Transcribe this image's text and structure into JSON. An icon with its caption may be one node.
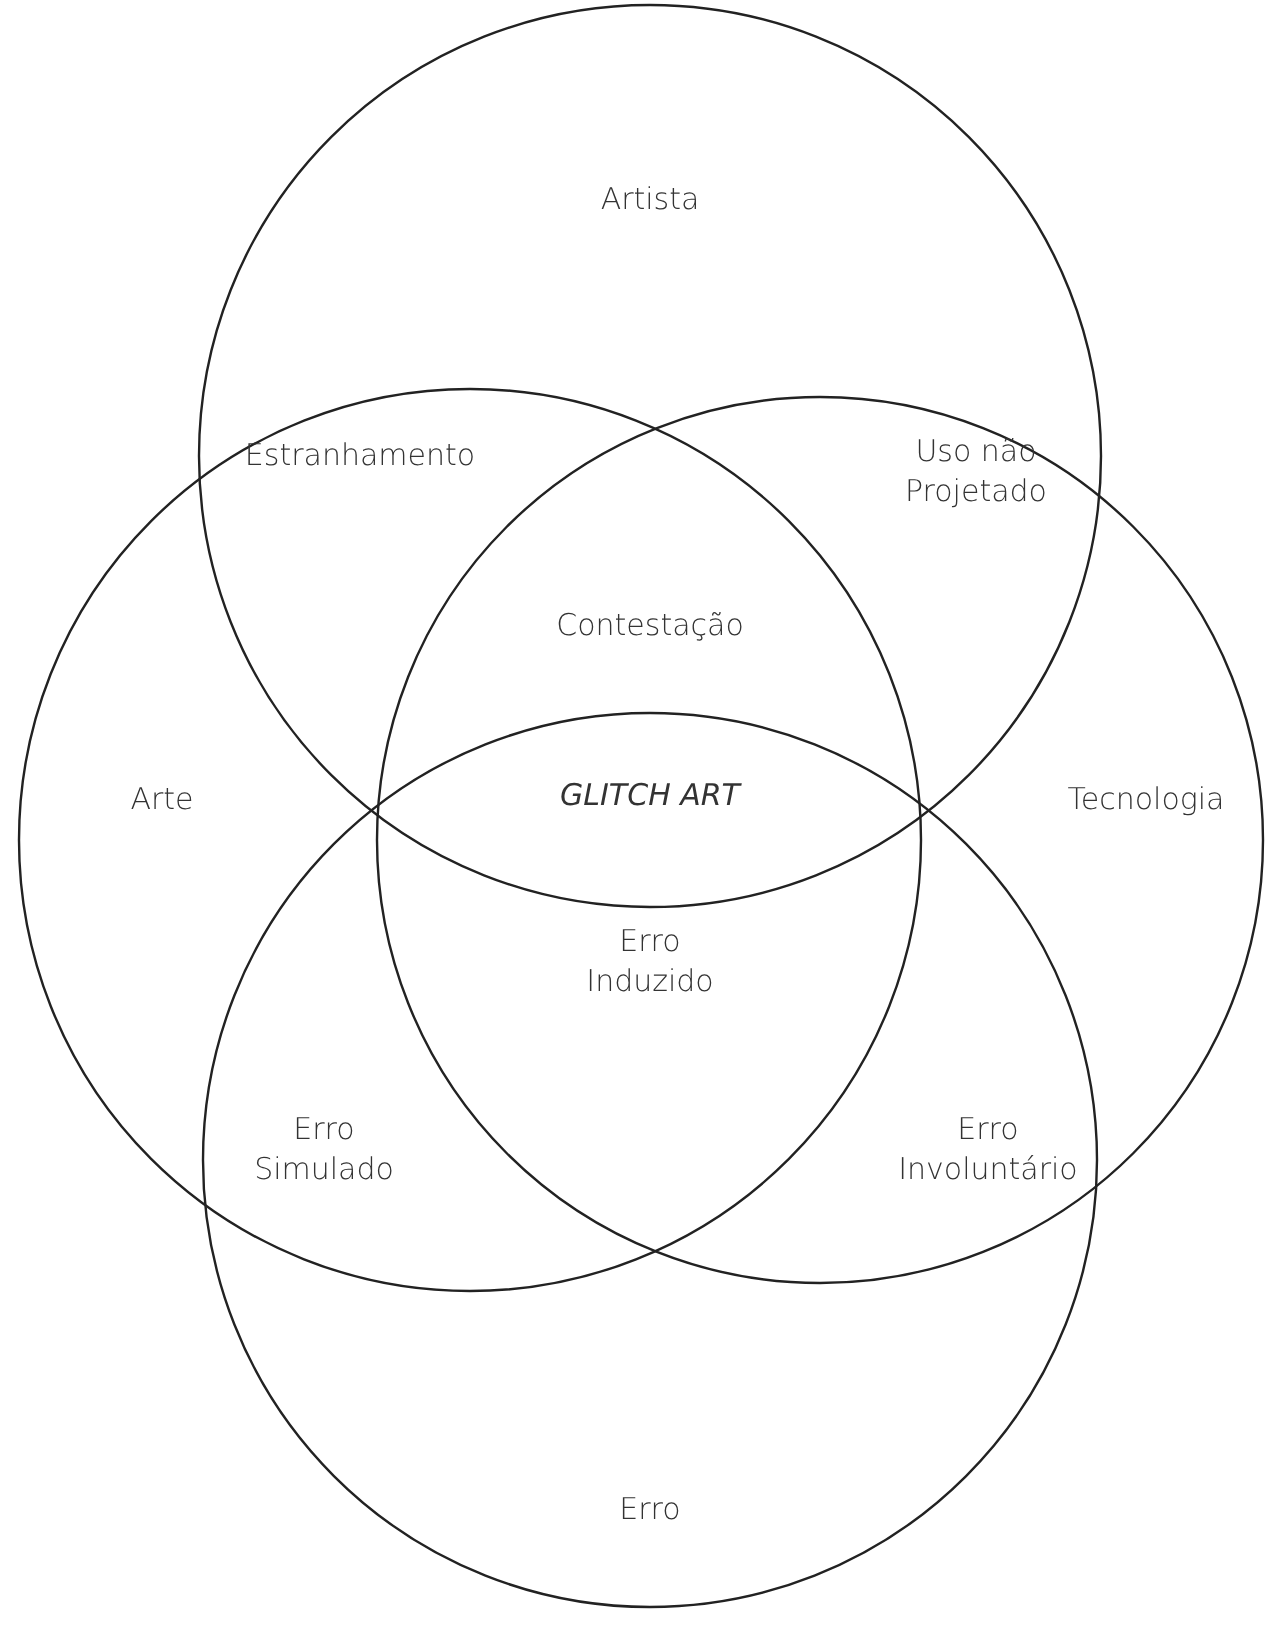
{
  "diagram": {
    "nodes": [
      {
        "text": [
          "Artista"
        ]
      },
      {
        "text": [
          "Arte"
        ]
      },
      {
        "text": [
          "Tecnologia"
        ]
      },
      {
        "text": [
          "Erro"
        ]
      }
    ],
    "labels": [
      "Estranhamento",
      "Uso não Projetado",
      "Contestação",
      "GLITCH ART",
      "Erro Induzido",
      "Erro Simulado",
      "Erro Involuntário"
    ]
  }
}
